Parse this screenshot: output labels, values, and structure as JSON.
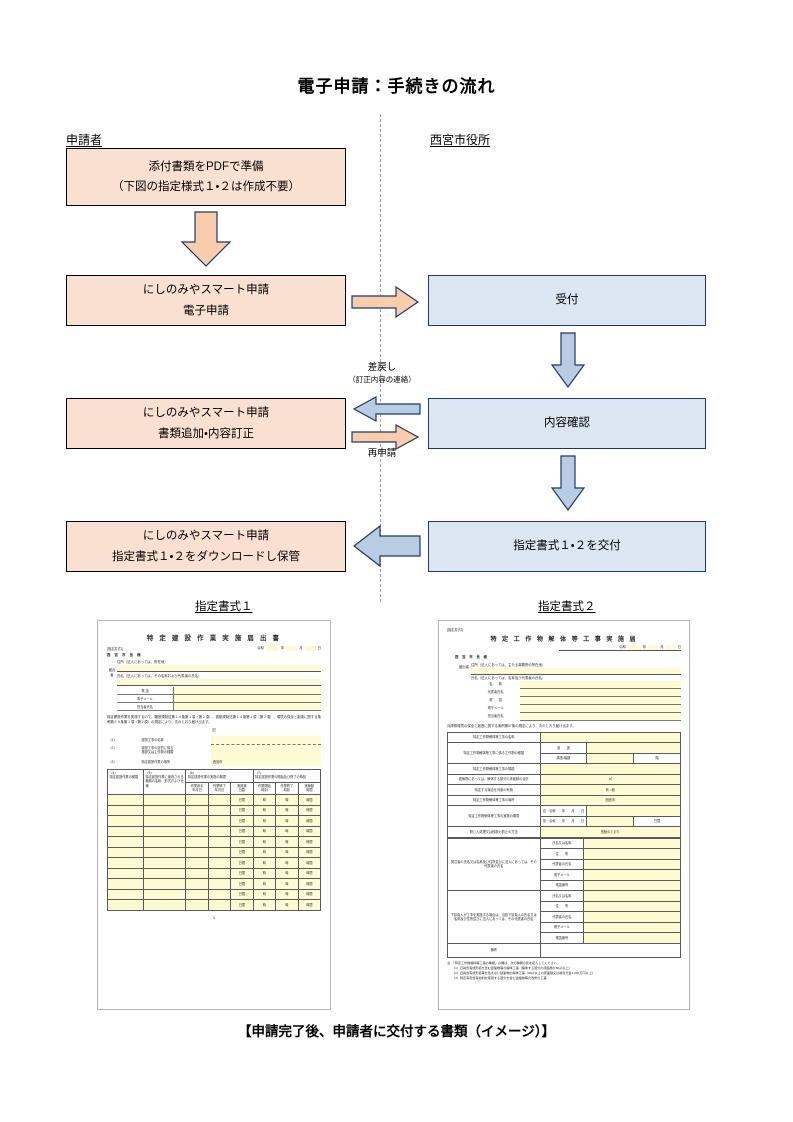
{
  "document": {
    "title": "電子申請：手続きの流れ",
    "bottom_caption": "【申請完了後、申請者に交付する書類（イメージ）】"
  },
  "lanes": {
    "applicant": "申請者",
    "cityhall": "西宮市役所"
  },
  "flow": {
    "prepare": {
      "line1": "添付書類をPDFで準備",
      "line2": "（下図の指定様式１・２は作成不要）"
    },
    "eapply": {
      "line1": "にしのみやスマート申請",
      "line2": "電子申請"
    },
    "fix": {
      "line1": "にしのみやスマート申請",
      "line2": "書類追加・内容訂正"
    },
    "download": {
      "line1": "にしのみやスマート申請",
      "line2": "指定書式１・２をダウンロードし保管"
    },
    "receipt": {
      "line1": "受付"
    },
    "check": {
      "line1": "内容確認"
    },
    "issue": {
      "line1": "指定書式１・２を交付"
    }
  },
  "arrow_labels": {
    "return_main": "差戻し",
    "return_sub": "（訂正内容の連絡）",
    "reapply": "再申請"
  },
  "form_captions": {
    "form1": "指定書式１",
    "form2": "指定書式２"
  },
  "form1": {
    "corner": "[指定書式1]",
    "title": "特 定 建 設 作 業 実 施 届 出 書",
    "date_era": "令和",
    "date_y": "年",
    "date_m": "月",
    "date_d": "日",
    "addressee": "西 宮 市 長   様",
    "applicant_marker": "届出者",
    "addr_label": "住所（法人にあっては、所在地）",
    "name_label": "氏名（法人にあっては、その名称および代表者の氏名）",
    "tel_label": "電 話",
    "mail_label": "電子メール",
    "contact_label": "担当者氏名",
    "statement": "特定建設作業を実施するので、騒音規制法第１４条第１項（第２項）、振動規制法第１４条第１項（第２項）、環境の保全と創造に関する条例第５９条第１項（第２項）の規定により、次のとおり届け出ます。",
    "ki": "記",
    "items": [
      {
        "no": "（1）",
        "label": "建設工事の名称",
        "value": ""
      },
      {
        "no": "（2）",
        "label": "建設工事の目的に係る\n施設又は工作物の種類",
        "value": ""
      },
      {
        "no": "（3）",
        "label": "特定建設作業の場所",
        "value": "西宮市"
      }
    ],
    "table_headers": {
      "c4": "（4）\n特定建設作業の種類",
      "c5": "（5）\n特定建設作業に使用される機械の名称、形式および仕様",
      "c6": "（6）\n特定建設作業の実施の期間",
      "c7": "（7）\n特定建設作業の開始及び終了の時刻",
      "c6a": "作業着手\n年月日",
      "c6b": "作業終了\n年月日",
      "c6c": "実施実\n日数",
      "c7a": "作業開始\n時刻",
      "c7b": "作業終了\n時刻",
      "c7c": "実稼動\n時間"
    },
    "table_rows": [
      {
        "days": "日間",
        "start": "時",
        "end": "時",
        "hours": "時間"
      },
      {
        "days": "日間",
        "start": "時",
        "end": "時",
        "hours": "時間"
      },
      {
        "days": "日間",
        "start": "時",
        "end": "時",
        "hours": "時間"
      },
      {
        "days": "日間",
        "start": "時",
        "end": "時",
        "hours": "時間"
      },
      {
        "days": "日間",
        "start": "時",
        "end": "時",
        "hours": "時間"
      },
      {
        "days": "日間",
        "start": "時",
        "end": "時",
        "hours": "時間"
      },
      {
        "days": "日間",
        "start": "時",
        "end": "時",
        "hours": "時間"
      },
      {
        "days": "日間",
        "start": "時",
        "end": "時",
        "hours": "時間"
      },
      {
        "days": "日間",
        "start": "時",
        "end": "時",
        "hours": "時間"
      },
      {
        "days": "日間",
        "start": "時",
        "end": "時",
        "hours": "時間"
      },
      {
        "days": "日間",
        "start": "時",
        "end": "時",
        "hours": "時間"
      }
    ],
    "page_number": "1"
  },
  "form2": {
    "corner": "[指定書式2]",
    "title": "特 定 工 作 物 解 体 等 工 事 実 施 届",
    "date_era": "令和",
    "date_y": "年",
    "date_m": "月",
    "date_d": "日",
    "addressee": "西 宮 市 長   様",
    "applicant_marker": "届出者",
    "addr_label": "住所（法人にあっては、主たる事務所の所在地）",
    "name_label": "氏名（法人にあっては、名称及び代表者の氏名）",
    "rows_top": [
      {
        "label": "名　　称",
        "value": ""
      },
      {
        "label": "代表者氏名",
        "value": ""
      },
      {
        "label": "電　　話",
        "value": ""
      },
      {
        "label": "電子メール",
        "value": ""
      },
      {
        "label": "担当者氏名",
        "value": ""
      }
    ],
    "statement": "兵庫県環境の保全と創造に関する条例第57条の規定により、次のとおり届け出ます。",
    "rows_main": [
      {
        "label": "特定工作物解体等工事の名称",
        "value": ""
      },
      {
        "label": "特定工作物解体等工事に係る工作物の種類",
        "sub1": "用　　途",
        "sub2": "構造・階数",
        "value": "",
        "unit": "階"
      },
      {
        "label": "特定工作物解体等工事の規模",
        "value": ""
      },
      {
        "label": "建築物にあっては、解体する部分の床面積の合計",
        "value": "㎡"
      },
      {
        "label": "特定する場合を対象の有無",
        "value": "有 ・ 無"
      },
      {
        "label": "特定工作物解体等工事の場所",
        "value": "西宮市"
      },
      {
        "label": "特定工作物解体等工事の実施の期間",
        "sub1": "自　令和　　年　　月　　日",
        "sub2": "至　令和　　年　　月　　日",
        "unit": "日間"
      },
      {
        "label": "粉じん処理又は飛散の防止の方法",
        "value": "別紙のとおり"
      }
    ],
    "block1_label": "発注者の氏名又は名称及び住所並びに法人にあっては、その代表者の氏名",
    "block1_rows": [
      {
        "label": "氏名又は名称",
        "value": ""
      },
      {
        "label": "住　　所",
        "value": ""
      },
      {
        "label": "代表者の氏名",
        "value": ""
      },
      {
        "label": "電子メール",
        "value": ""
      },
      {
        "label": "電話番号",
        "value": ""
      }
    ],
    "block2_label": "下請負人が工事を実施する場合は、当該下請負人の氏名又は名称及び住所並びに法人にあっては、その代表者の氏名",
    "block2_rows": [
      {
        "label": "氏名又は名称",
        "value": ""
      },
      {
        "label": "住　　所",
        "value": ""
      },
      {
        "label": "代表者の氏名",
        "value": ""
      },
      {
        "label": "電子メール",
        "value": ""
      },
      {
        "label": "電話番号",
        "value": ""
      }
    ],
    "remarks_label": "備考",
    "notes_head": "注　「特定工作物解体等工事の種類」の欄は、次の種類の別を記入してください。",
    "notes": [
      "（1）石綿含有成形板を含む建築物等の解体工事（解体する部分の床面積が80㎡以上）",
      "（2）石綿含有成形板等を含まない建築物の解体工事（80㎡以上の床面積又は請負代金1,000万円以上）",
      "（3）特定有害含有材料を使用する部分を含む建築物等の改修の工事"
    ]
  },
  "colors": {
    "applicant_box": "#f9e0d1",
    "cityhall_box": "#dce6f2",
    "cityhall_border": "#1f3864",
    "arrow_peach_fill": "#f7cdae",
    "arrow_blue_fill": "#b8cce4",
    "arrow_outline": "#1f3864",
    "form_field_yellow": "#fcfbd4",
    "divider": "#9aa0a6"
  }
}
